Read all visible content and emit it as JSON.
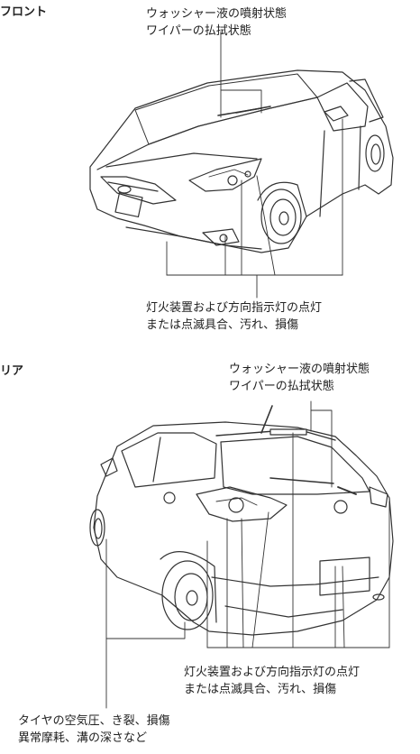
{
  "front": {
    "heading": "フロント",
    "washer_label": [
      "ウォッシャー液の噴射状態",
      "ワイパーの払拭状態"
    ],
    "lights_label": [
      "灯火装置および方向指示灯の点灯",
      "または点滅具合、汚れ、損傷"
    ]
  },
  "rear": {
    "heading": "リア",
    "washer_label": [
      "ウォッシャー液の噴射状態",
      "ワイパーの払拭状態"
    ],
    "lights_label": [
      "灯火装置および方向指示灯の点灯",
      "または点滅具合、汚れ、損傷"
    ],
    "tire_label": [
      "タイヤの空気圧、き裂、損傷",
      "異常摩耗、溝の深さなど"
    ]
  }
}
